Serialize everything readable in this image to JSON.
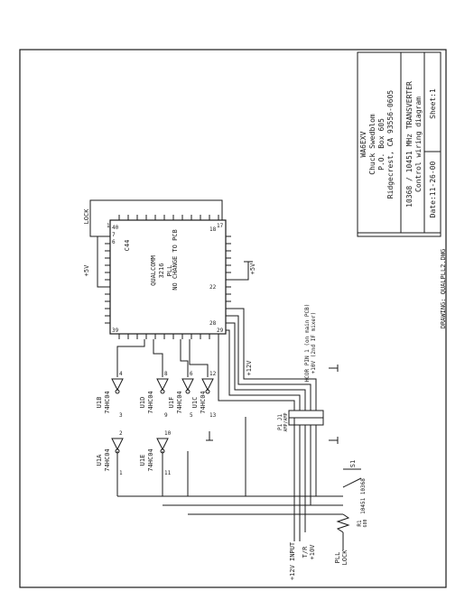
{
  "title_block": {
    "callsign": "WA6EXV",
    "name": "Chuck Swedblom",
    "po_box": "P.O. Box 605",
    "city": "Ridgecrest, CA 93556-0605",
    "project": "10368 / 10451 MHz TRANSVERTER",
    "diagram": "Control wiring diagram",
    "date": "Date:11-26-00",
    "sheet": "Sheet:1",
    "drawing": "DRAWING: QUALPLL2.DWG"
  },
  "pll": {
    "maker": "QUALCOMM",
    "part": "3216",
    "func": "PLL",
    "note": "NO CHANGE TO PCB",
    "ref": "C44",
    "pins": [
      "1",
      "40",
      "39",
      "29",
      "28",
      "22",
      "18",
      "17",
      "7",
      "6"
    ]
  },
  "gates": [
    {
      "ref": "U1B",
      "part": "74HC04",
      "in": "3",
      "out": "4"
    },
    {
      "ref": "U1D",
      "part": "74HC04",
      "in": "9",
      "out": "8"
    },
    {
      "ref": "U1F",
      "part": "74HC04",
      "in": "5",
      "out": "6"
    },
    {
      "ref": "U1C",
      "part": "74HC04",
      "in": "13",
      "out": "12"
    },
    {
      "ref": "U1A",
      "part": "74HC04",
      "in": "1",
      "out": "2"
    },
    {
      "ref": "U1E",
      "part": "74HC04",
      "in": "11",
      "out": "10"
    }
  ],
  "labels": {
    "lock": "LOCK",
    "plus5v_left": "+5V",
    "plus5v_right": "+5V",
    "plus12v": "+12V",
    "hcor_note": "HCOR PIN 1 (on main PCB)",
    "plus10v_note": "+10V (2nd IF mixer)",
    "connector": "P1  J1",
    "connector_type": "AMP/AMP",
    "s1": "S1",
    "s1_note": "10451  10368",
    "r1": "R1",
    "r1_val": "680",
    "plus12v_input": "+12V INPUT",
    "tr": "T/R",
    "plus10v": "+10V",
    "pll_lock": "PLL",
    "pll_lock2": "LOCK"
  }
}
